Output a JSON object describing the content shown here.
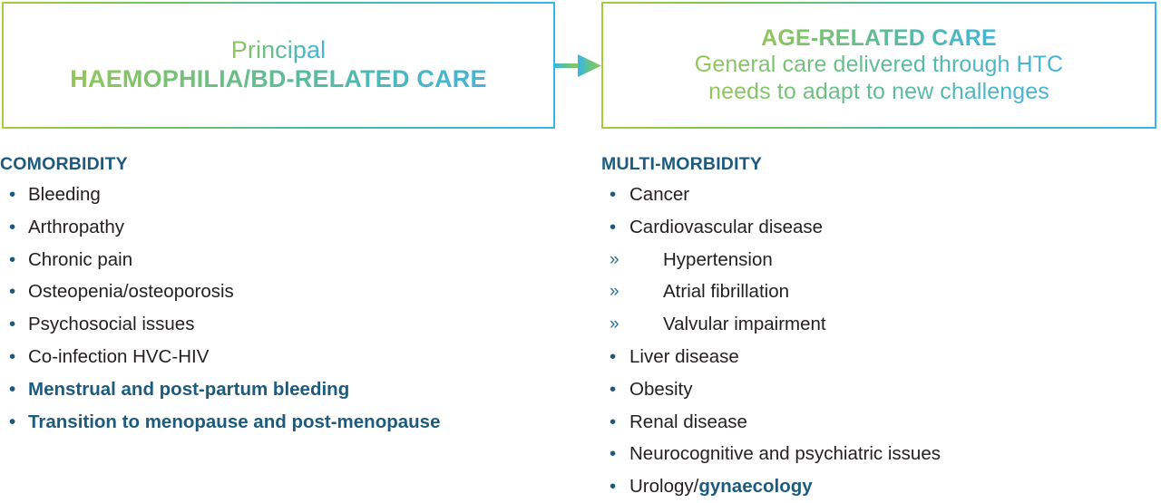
{
  "banner": {
    "left_box": {
      "line1": "Principal",
      "line2": "HAEMOPHILIA/BD-RELATED CARE"
    },
    "right_box": {
      "line1": "AGE-RELATED CARE",
      "line2": "General care delivered through HTC",
      "line3": "needs to adapt to new challenges"
    },
    "arrow": "arrow-right"
  },
  "columns": {
    "left": {
      "heading": "COMORBIDITY",
      "items": [
        {
          "text": "Bleeding",
          "level": 1,
          "emphasis": false
        },
        {
          "text": "Arthropathy",
          "level": 1,
          "emphasis": false
        },
        {
          "text": "Chronic pain",
          "level": 1,
          "emphasis": false
        },
        {
          "text": "Osteopenia/osteoporosis",
          "level": 1,
          "emphasis": false
        },
        {
          "text": "Psychosocial issues",
          "level": 1,
          "emphasis": false
        },
        {
          "text": "Co-infection HVC-HIV",
          "level": 1,
          "emphasis": false
        },
        {
          "text": "Menstrual and post-partum bleeding",
          "level": 1,
          "emphasis": true
        },
        {
          "text": "Transition to menopause and post-menopause",
          "level": 1,
          "emphasis": true
        }
      ]
    },
    "right": {
      "heading": "MULTI-MORBIDITY",
      "items": [
        {
          "text": "Cancer",
          "level": 1,
          "emphasis": false
        },
        {
          "text": "Cardiovascular disease",
          "level": 1,
          "emphasis": false
        },
        {
          "text": "Hypertension",
          "level": 2,
          "emphasis": false
        },
        {
          "text": "Atrial fibrillation",
          "level": 2,
          "emphasis": false
        },
        {
          "text": "Valvular impairment",
          "level": 2,
          "emphasis": false
        },
        {
          "text": "Liver disease",
          "level": 1,
          "emphasis": false
        },
        {
          "text": "Obesity",
          "level": 1,
          "emphasis": false
        },
        {
          "text": "Renal disease",
          "level": 1,
          "emphasis": false
        },
        {
          "text": "Neurocognitive and psychiatric issues",
          "level": 1,
          "emphasis": false
        },
        {
          "text": "Urology/",
          "level": 1,
          "emphasis": false,
          "emphasis_tail": "gynaecology"
        }
      ]
    }
  },
  "markers": {
    "level1_bullet": "•",
    "level2_bullet": "»"
  },
  "colors": {
    "gradient_start_green": "#a4ce3a",
    "gradient_end_blue": "#35b5ef",
    "heading_teal": "#1c5b7e",
    "body_text": "#231f20",
    "bullet_blue": "#1c5b7e"
  }
}
